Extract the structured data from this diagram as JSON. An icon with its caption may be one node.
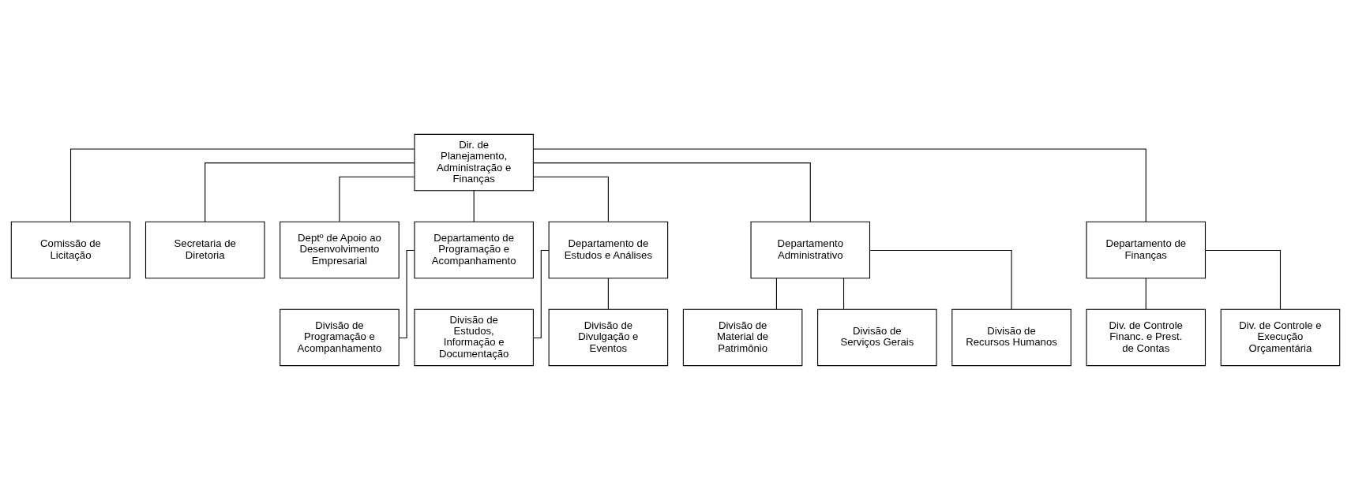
{
  "diagram": {
    "nodes": [
      {
        "text": [
          "Dir. de Planejamento, Administração e Finanças"
        ]
      },
      {
        "text": [
          "Comissão de Licitação"
        ]
      },
      {
        "text": [
          "Secretaria de Diretoria"
        ]
      },
      {
        "text": [
          "Deptº de Apoio ao Desenvolvimento Empresarial"
        ]
      },
      {
        "text": [
          "Departamento de Programação e Acompanhamento"
        ]
      },
      {
        "text": [
          "Departamento de Estudos e Análises"
        ]
      },
      {
        "text": [
          "Departamento Administrativo"
        ]
      },
      {
        "text": [
          "Departamento de Finanças"
        ]
      },
      {
        "text": [
          "Divisão de Programação e Acompanhamento"
        ]
      },
      {
        "text": [
          "Divisão de Estudos, Informação e Documentação"
        ]
      },
      {
        "text": [
          "Divisão de Divulgação e Eventos"
        ]
      },
      {
        "text": [
          "Divisão de Material de Patrimônio"
        ]
      },
      {
        "text": [
          "Divisão de Serviços Gerais"
        ]
      },
      {
        "text": [
          "Divisão de Recursos Humanos"
        ]
      },
      {
        "text": [
          "Div. de Controle Financ. e Prest. de Contas"
        ]
      },
      {
        "text": [
          "Div. de Controle e Execução Orçamentária"
        ]
      }
    ],
    "edges": [
      {
        "from": 0,
        "to": 1,
        "arrow": "none"
      },
      {
        "from": 0,
        "to": 2,
        "arrow": "none"
      },
      {
        "from": 0,
        "to": 3,
        "arrow": "none"
      },
      {
        "from": 0,
        "to": 4,
        "arrow": "none"
      },
      {
        "from": 0,
        "to": 5,
        "arrow": "none"
      },
      {
        "from": 0,
        "to": 6,
        "arrow": "none"
      },
      {
        "from": 0,
        "to": 7,
        "arrow": "none"
      },
      {
        "from": 4,
        "to": 8,
        "arrow": "none"
      },
      {
        "from": 5,
        "to": 9,
        "arrow": "none"
      },
      {
        "from": 5,
        "to": 10,
        "arrow": "none"
      },
      {
        "from": 6,
        "to": 11,
        "arrow": "none"
      },
      {
        "from": 6,
        "to": 12,
        "arrow": "none"
      },
      {
        "from": 6,
        "to": 13,
        "arrow": "none"
      },
      {
        "from": 7,
        "to": 14,
        "arrow": "none"
      },
      {
        "from": 7,
        "to": 15,
        "arrow": "none"
      }
    ]
  }
}
